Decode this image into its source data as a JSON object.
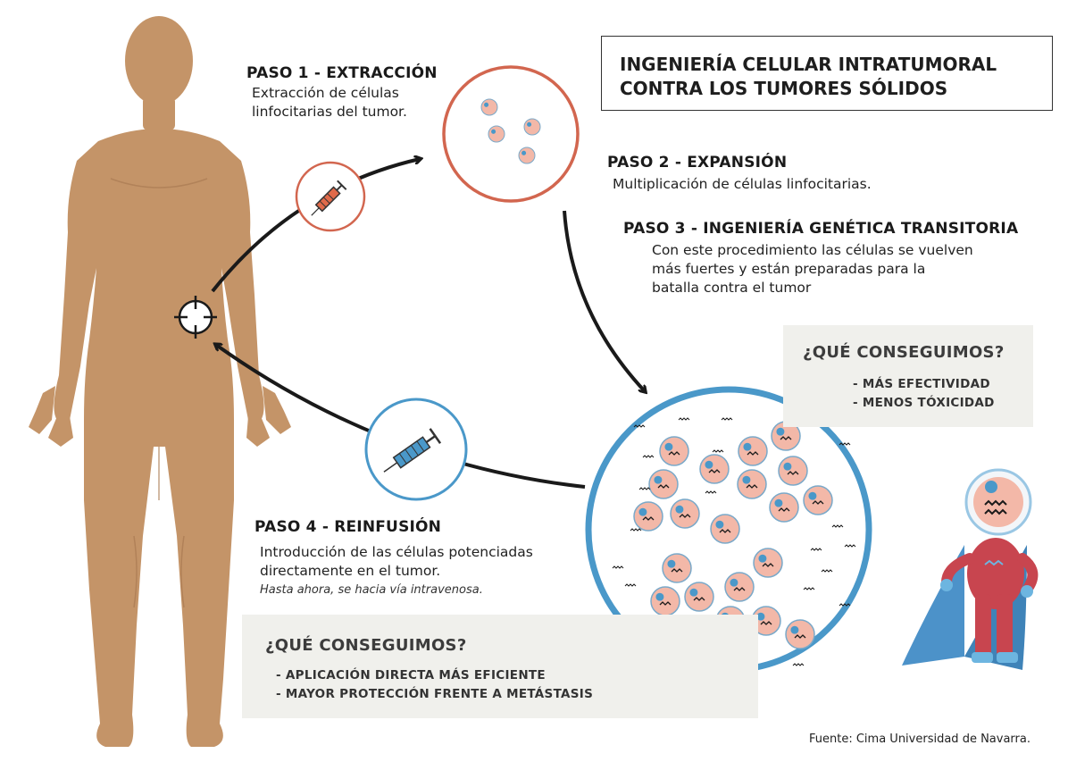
{
  "title": {
    "line1": "INGENIERÍA CELULAR INTRATUMORAL",
    "line2": "CONTRA LOS TUMORES SÓLIDOS"
  },
  "steps": [
    {
      "title": "PASO 1 - EXTRACCIÓN",
      "lines": [
        "Extracción de células",
        "linfocitarias del tumor."
      ]
    },
    {
      "title": "PASO 2  - EXPANSIÓN",
      "lines": [
        "Multiplicación de células linfocitarias."
      ]
    },
    {
      "title": "PASO 3  - INGENIERÍA GENÉTICA TRANSITORIA",
      "lines": [
        "Con este procedimiento las células se vuelven",
        "más fuertes y están preparadas para la",
        "batalla contra el tumor"
      ]
    },
    {
      "title": "PASO 4 - REINFUSIÓN",
      "lines": [
        "Introducción de las células potenciadas",
        "directamente en el tumor."
      ],
      "note": "Hasta ahora, se hacia vía intravenosa."
    }
  ],
  "gains_right": {
    "title": "¿QUÉ CONSEGUIMOS?",
    "items": [
      "- MÁS EFECTIVIDAD",
      "- MENOS TÓXICIDAD"
    ]
  },
  "gains_bottom": {
    "title": "¿QUÉ CONSEGUIMOS?",
    "items": [
      "- APLICACIÓN DIRECTA MÁS EFICIENTE",
      "- MAYOR PROTECCIÓN FRENTE A METÁSTASIS"
    ]
  },
  "source": "Fuente: Cima Universidad de Navarra.",
  "colors": {
    "skin": "#c49468",
    "skin_dark": "#a97a52",
    "red_circle": "#d2664f",
    "blue_circle": "#4a98c9",
    "cell_fill": "#f3b8a8",
    "cell_nucleus": "#4a98c9",
    "hero_suit": "#c8454f",
    "hero_cape": "#4c92c9",
    "gain_bg": "#f0f0ec"
  }
}
